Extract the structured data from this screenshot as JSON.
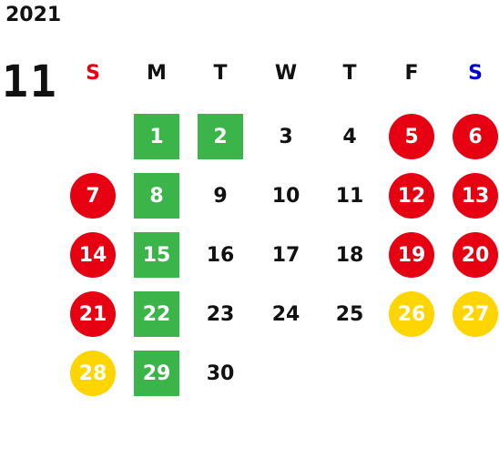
{
  "year": "2021",
  "month": "11",
  "weekdays": [
    {
      "label": "S",
      "color": "#e60012"
    },
    {
      "label": "M",
      "color": "#111111"
    },
    {
      "label": "T",
      "color": "#111111"
    },
    {
      "label": "W",
      "color": "#111111"
    },
    {
      "label": "T",
      "color": "#111111"
    },
    {
      "label": "F",
      "color": "#111111"
    },
    {
      "label": "S",
      "color": "#0000cc"
    }
  ],
  "first_weekday_index": 1,
  "days": [
    {
      "d": "1",
      "style": "green"
    },
    {
      "d": "2",
      "style": "green"
    },
    {
      "d": "3",
      "style": "plain"
    },
    {
      "d": "4",
      "style": "plain"
    },
    {
      "d": "5",
      "style": "red"
    },
    {
      "d": "6",
      "style": "red"
    },
    {
      "d": "7",
      "style": "red"
    },
    {
      "d": "8",
      "style": "green"
    },
    {
      "d": "9",
      "style": "plain"
    },
    {
      "d": "10",
      "style": "plain"
    },
    {
      "d": "11",
      "style": "plain"
    },
    {
      "d": "12",
      "style": "red"
    },
    {
      "d": "13",
      "style": "red"
    },
    {
      "d": "14",
      "style": "red"
    },
    {
      "d": "15",
      "style": "green"
    },
    {
      "d": "16",
      "style": "plain"
    },
    {
      "d": "17",
      "style": "plain"
    },
    {
      "d": "18",
      "style": "plain"
    },
    {
      "d": "19",
      "style": "red"
    },
    {
      "d": "20",
      "style": "red"
    },
    {
      "d": "21",
      "style": "red"
    },
    {
      "d": "22",
      "style": "green"
    },
    {
      "d": "23",
      "style": "plain"
    },
    {
      "d": "24",
      "style": "plain"
    },
    {
      "d": "25",
      "style": "plain"
    },
    {
      "d": "26",
      "style": "yellow"
    },
    {
      "d": "27",
      "style": "yellow"
    },
    {
      "d": "28",
      "style": "yellow"
    },
    {
      "d": "29",
      "style": "green"
    },
    {
      "d": "30",
      "style": "plain"
    }
  ],
  "colors": {
    "green": "#3bb54a",
    "red": "#e60012",
    "yellow": "#ffd500"
  }
}
